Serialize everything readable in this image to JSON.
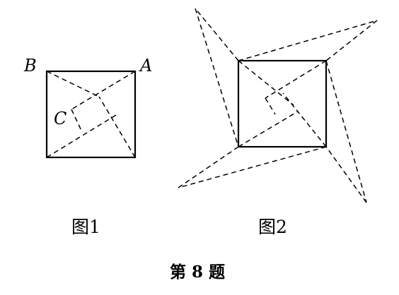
{
  "figure1": {
    "caption": "图1",
    "labels": {
      "A": "A",
      "B": "B",
      "C": "C"
    }
  },
  "figure2": {
    "caption": "图2"
  },
  "problem_title": "第 8 题"
}
